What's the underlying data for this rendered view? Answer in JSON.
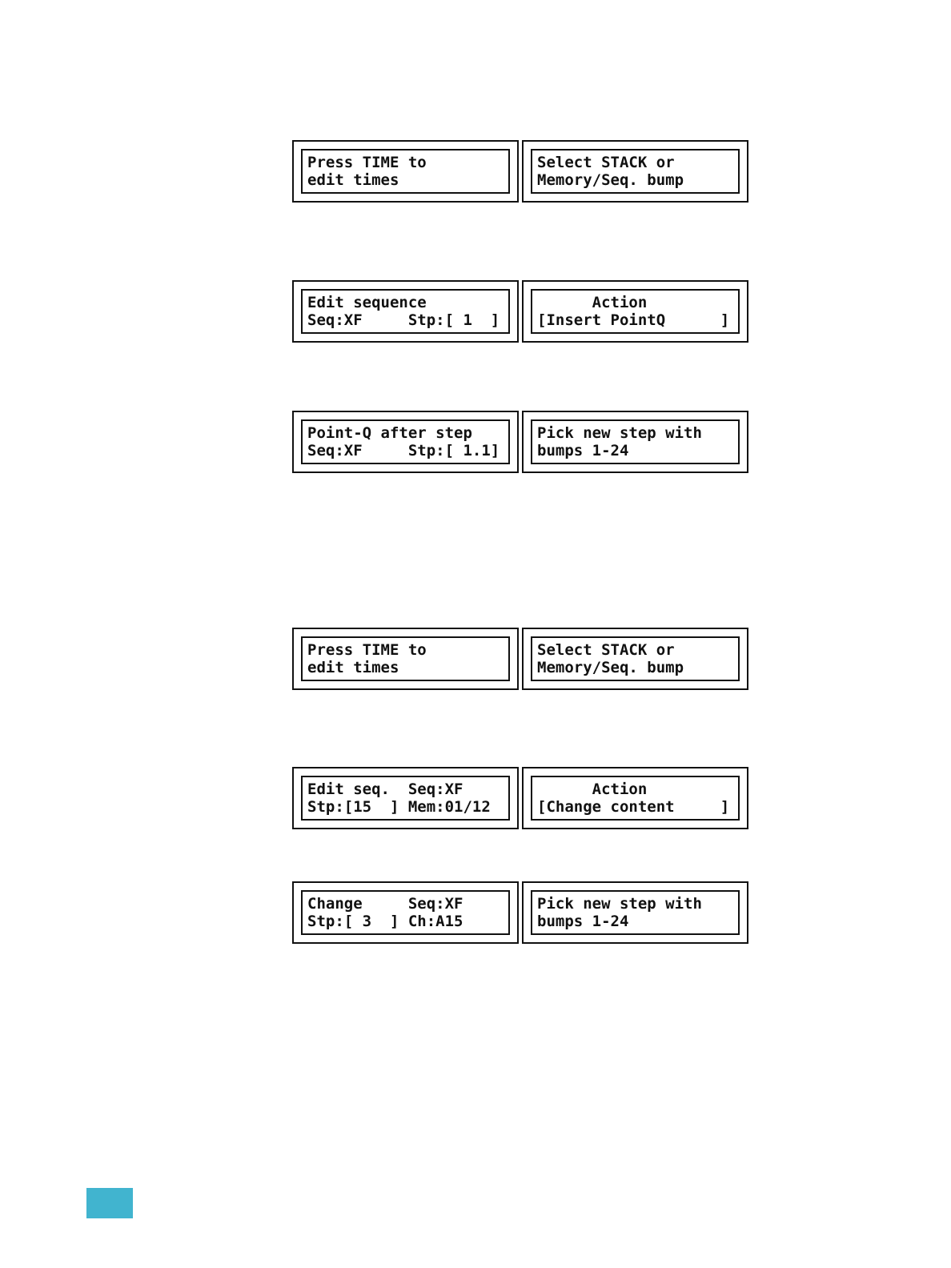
{
  "displays": [
    {
      "left": [
        "Press TIME to",
        "edit times"
      ],
      "right": [
        "Select STACK or",
        "Memory/Seq. bump"
      ]
    },
    {
      "left": [
        "Edit sequence",
        "Seq:XF     Stp:[ 1  ]"
      ],
      "right": [
        "      Action",
        "[Insert PointQ      ]"
      ]
    },
    {
      "left": [
        "Point-Q after step",
        "Seq:XF     Stp:[ 1.1]"
      ],
      "right": [
        "Pick new step with",
        "bumps 1-24"
      ]
    },
    {
      "left": [
        "Press TIME to",
        "edit times"
      ],
      "right": [
        "Select STACK or",
        "Memory/Seq. bump"
      ]
    },
    {
      "left": [
        "Edit seq.  Seq:XF",
        "Stp:[15  ] Mem:01/12"
      ],
      "right": [
        "      Action",
        "[Change content     ]"
      ]
    },
    {
      "left": [
        "Change     Seq:XF",
        "Stp:[ 3  ] Ch:A15"
      ],
      "right": [
        "Pick new step with",
        "bumps 1-24"
      ]
    }
  ],
  "accent_color": "#41b4cf"
}
